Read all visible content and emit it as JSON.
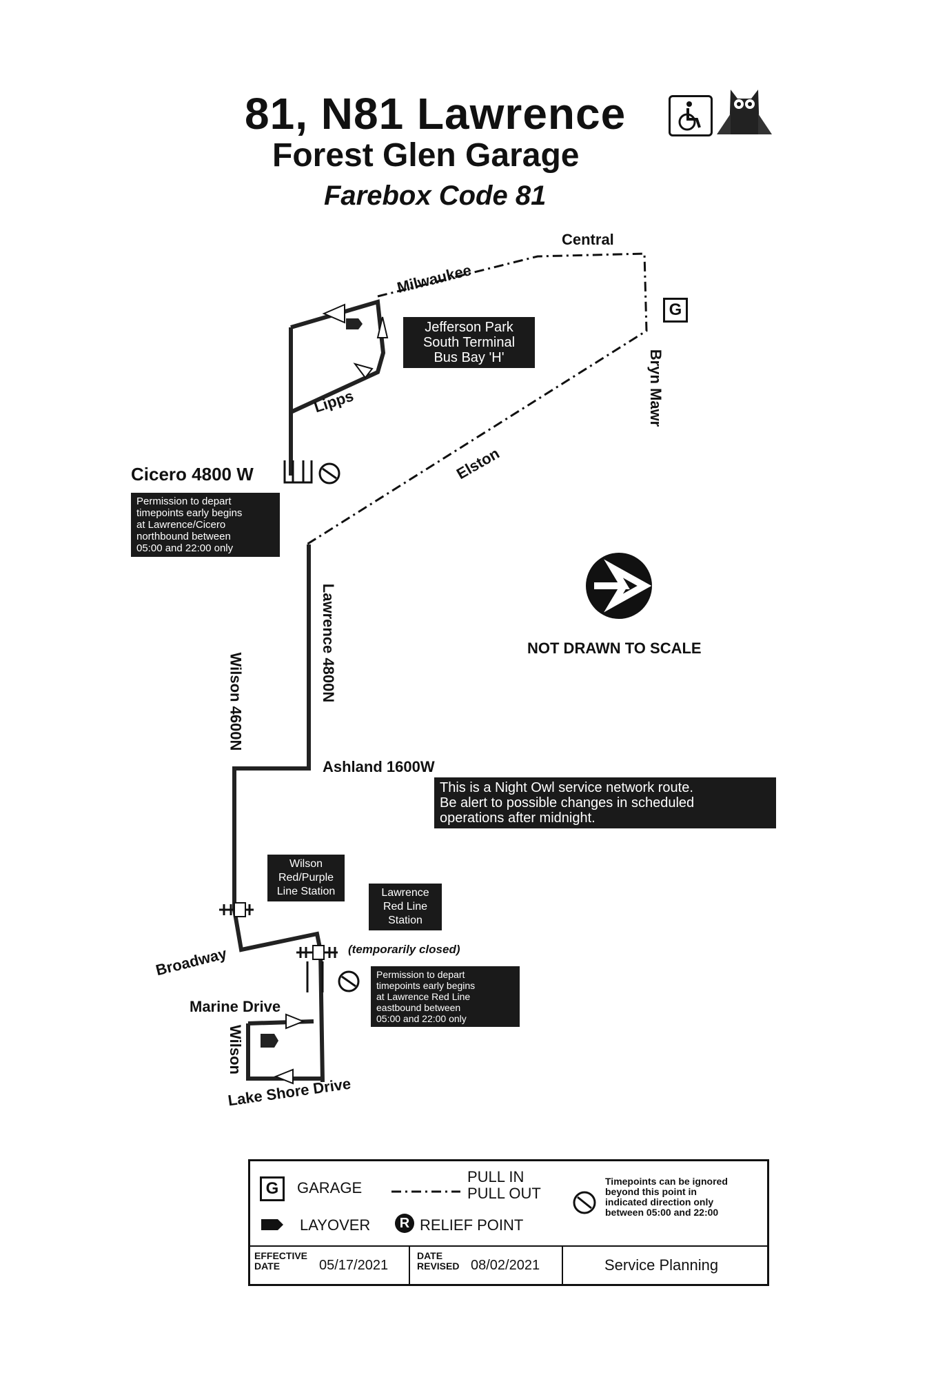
{
  "header": {
    "title": "81, N81 Lawrence",
    "subtitle": "Forest Glen Garage",
    "farebox": "Farebox Code 81",
    "accessible_icon": "wheelchair-icon",
    "night_owl_icon": "owl-icon"
  },
  "map": {
    "streets": {
      "central": "Central",
      "milwaukee": "Milwaukee",
      "bryn_mawr": "Bryn Mawr",
      "elston": "Elston",
      "lipps": "Lipps",
      "cicero": "Cicero 4800 W",
      "lawrence": "Lawrence 4800N",
      "wilson_4600": "Wilson 4600N",
      "ashland": "Ashland 1600W",
      "broadway": "Broadway",
      "marine_drive": "Marine Drive",
      "wilson": "Wilson",
      "lake_shore": "Lake Shore Drive"
    },
    "garage_letter": "G",
    "jefferson_box": [
      "Jefferson Park",
      "South Terminal",
      "Bus Bay 'H'"
    ],
    "cicero_box": [
      "Permission to depart",
      "timepoints early begins",
      "at Lawrence/Cicero",
      "northbound between",
      "05:00 and 22:00 only"
    ],
    "wilson_box": [
      "Wilson",
      "Red/Purple",
      "Line Station"
    ],
    "lawrence_red_box": [
      "Lawrence",
      "Red Line",
      "Station"
    ],
    "temp_closed": "(temporarily closed)",
    "lawrence_red_permission": [
      "Permission to depart",
      "timepoints early begins",
      "at Lawrence Red Line",
      "eastbound between",
      "05:00 and 22:00 only"
    ],
    "not_to_scale": "NOT DRAWN TO SCALE",
    "night_owl_notice": [
      "This is a Night Owl service network route.",
      "Be alert to possible changes in scheduled",
      "operations after midnight."
    ]
  },
  "legend": {
    "garage_letter": "G",
    "garage": "GARAGE",
    "pull_in": "PULL IN",
    "pull_out": "PULL OUT",
    "layover": "LAYOVER",
    "relief_letter": "R",
    "relief_point": "RELIEF POINT",
    "timepoints_note": [
      "Timepoints can be ignored",
      "beyond this point in",
      "indicated direction only",
      "between 05:00 and 22:00"
    ],
    "effective_label": "EFFECTIVE DATE",
    "effective_date": "05/17/2021",
    "revised_label": "DATE REVISED",
    "revised_date": "08/02/2021",
    "department": "Service Planning"
  }
}
